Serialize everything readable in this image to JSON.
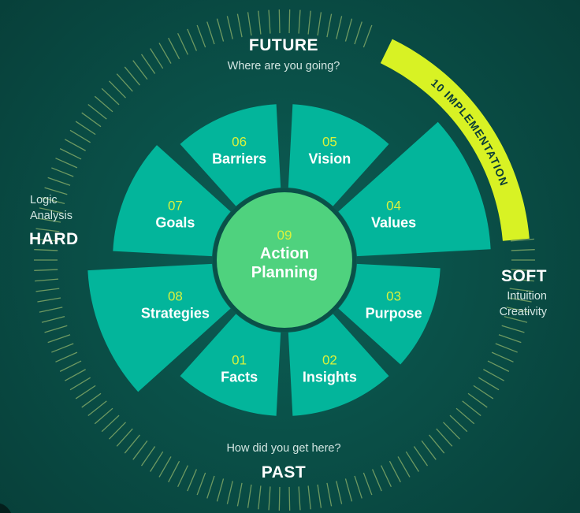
{
  "future": {
    "title": "FUTURE",
    "subtitle": "Where are you going?"
  },
  "past": {
    "title": "PAST",
    "subtitle": "How did you get here?"
  },
  "hard": {
    "title": "HARD",
    "line1": "Logic",
    "line2": "Analysis"
  },
  "soft": {
    "title": "SOFT",
    "line1": "Intuition",
    "line2": "Creativity"
  },
  "center": {
    "num": "09",
    "line1": "Action",
    "line2": "Planning"
  },
  "segments": [
    {
      "num": "01",
      "label": "Facts"
    },
    {
      "num": "02",
      "label": "Insights"
    },
    {
      "num": "03",
      "label": "Purpose"
    },
    {
      "num": "04",
      "label": "Values"
    },
    {
      "num": "05",
      "label": "Vision"
    },
    {
      "num": "06",
      "label": "Barriers"
    },
    {
      "num": "07",
      "label": "Goals"
    },
    {
      "num": "08",
      "label": "Strategies"
    }
  ],
  "implementation": "10 IMPLEMENTATION",
  "colors": {
    "background": "#0a5048",
    "segment": "#03b59b",
    "center": "#4fd27e",
    "number": "#d9f23c",
    "implementation_band": "#d8f224",
    "tick": "#8fb36b"
  }
}
